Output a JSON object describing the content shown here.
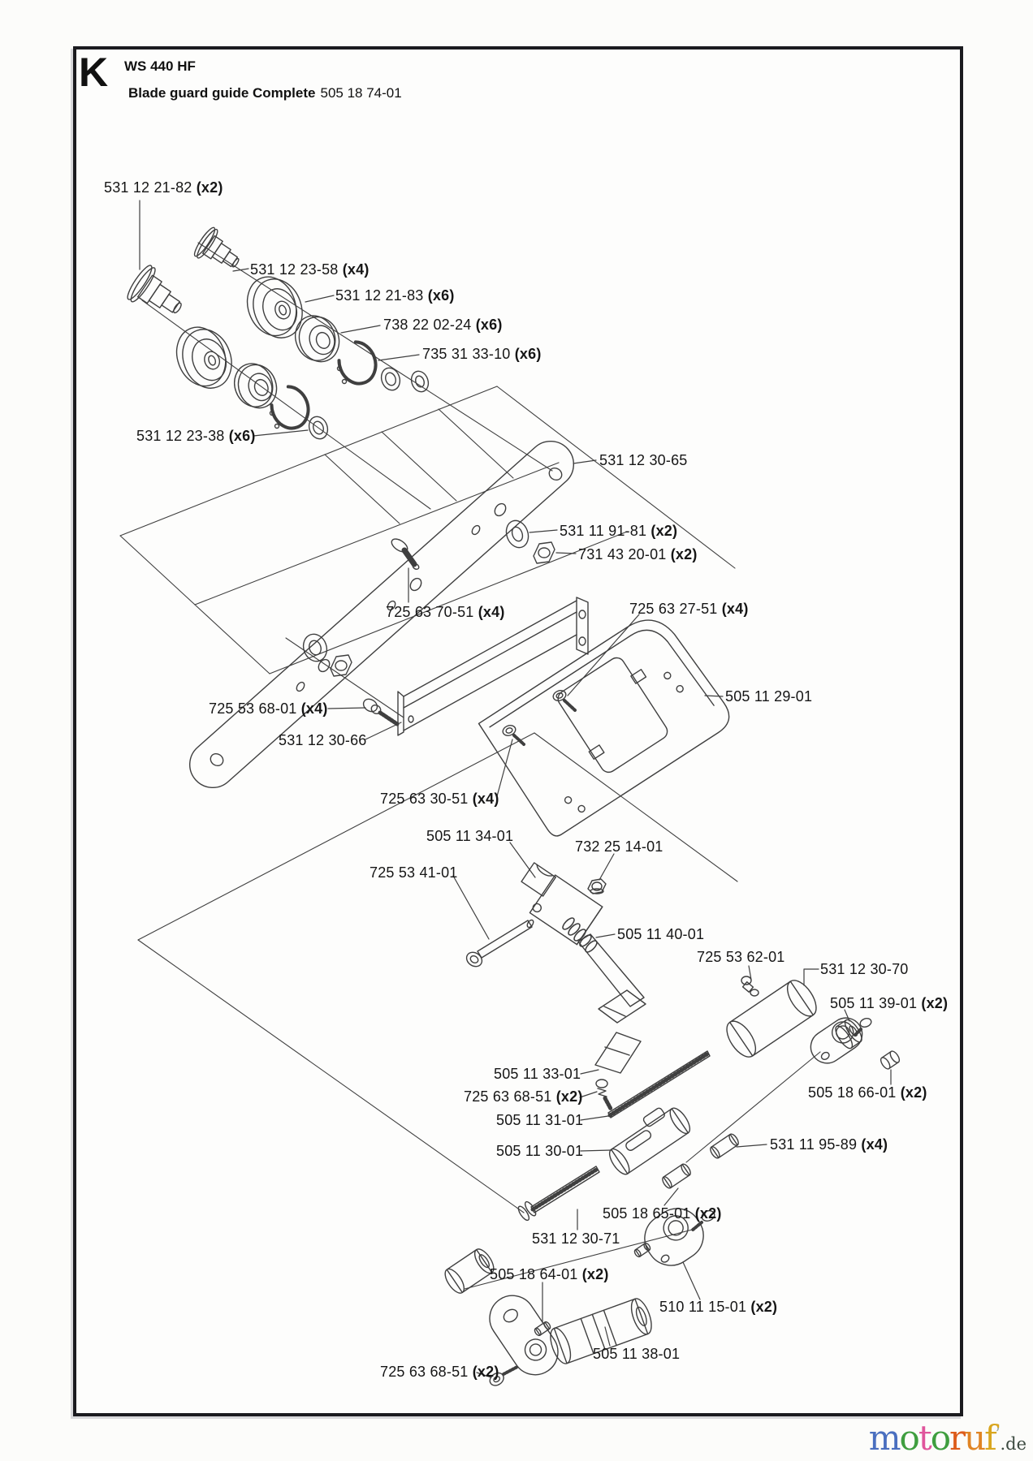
{
  "header": {
    "section_letter": "K",
    "model": "WS 440 HF",
    "title": "Blade guard guide Complete",
    "assembly_number": "505 18 74-01"
  },
  "labels": [
    {
      "num": "531 12 21-82",
      "qty": " (x2)"
    },
    {
      "num": "531 12 23-58",
      "qty": " (x4)"
    },
    {
      "num": "531 12 21-83",
      "qty": " (x6)"
    },
    {
      "num": "738 22 02-24",
      "qty": " (x6)"
    },
    {
      "num": "735 31 33-10",
      "qty": " (x6)"
    },
    {
      "num": "531 12 23-38",
      "qty": " (x6)"
    },
    {
      "num": "531 12 30-65",
      "qty": ""
    },
    {
      "num": "531 11 91-81",
      "qty": " (x2)"
    },
    {
      "num": "731 43 20-01",
      "qty": " (x2)"
    },
    {
      "num": "725 63 70-51",
      "qty": " (x4)"
    },
    {
      "num": "725 63 27-51",
      "qty": " (x4)"
    },
    {
      "num": "505 11 29-01",
      "qty": ""
    },
    {
      "num": "725 53 68-01",
      "qty": " (x4)"
    },
    {
      "num": "531 12 30-66",
      "qty": ""
    },
    {
      "num": "725 63 30-51",
      "qty": " (x4)"
    },
    {
      "num": "505 11 34-01",
      "qty": ""
    },
    {
      "num": "732 25 14-01",
      "qty": ""
    },
    {
      "num": "725 53 41-01",
      "qty": ""
    },
    {
      "num": "505 11 40-01",
      "qty": ""
    },
    {
      "num": "725 53 62-01",
      "qty": ""
    },
    {
      "num": "531 12 30-70",
      "qty": ""
    },
    {
      "num": "505 11 39-01",
      "qty": " (x2)"
    },
    {
      "num": "505 11 33-01",
      "qty": ""
    },
    {
      "num": "725 63 68-51",
      "qty": " (x2)"
    },
    {
      "num": "505 11 31-01",
      "qty": ""
    },
    {
      "num": "505 11 30-01",
      "qty": ""
    },
    {
      "num": "531 11 95-89",
      "qty": " (x4)"
    },
    {
      "num": "505 18 66-01",
      "qty": " (x2)"
    },
    {
      "num": "505 18 65-01",
      "qty": " (x2)"
    },
    {
      "num": "531 12 30-71",
      "qty": ""
    },
    {
      "num": "505 18 64-01",
      "qty": " (x2)"
    },
    {
      "num": "510 11 15-01",
      "qty": " (x2)"
    },
    {
      "num": "505 11 38-01",
      "qty": ""
    },
    {
      "num": "725 63 68-51",
      "qty": " (x2)"
    }
  ],
  "watermark": {
    "letters": [
      {
        "ch": "m",
        "color": "#4a6fbf"
      },
      {
        "ch": "o",
        "color": "#3f9e3f"
      },
      {
        "ch": "t",
        "color": "#e0559c"
      },
      {
        "ch": "o",
        "color": "#3f9e3f"
      },
      {
        "ch": "r",
        "color": "#dd5c1c"
      },
      {
        "ch": "u",
        "color": "#e08424"
      },
      {
        "ch": "f",
        "color": "#d9a61f"
      }
    ],
    "mark": "’",
    "mark_color": "#9aa79e",
    "suffix": ".de",
    "suffix_color": "#3d4b41"
  },
  "diagram": {
    "line_color": "#3f3f3f"
  }
}
